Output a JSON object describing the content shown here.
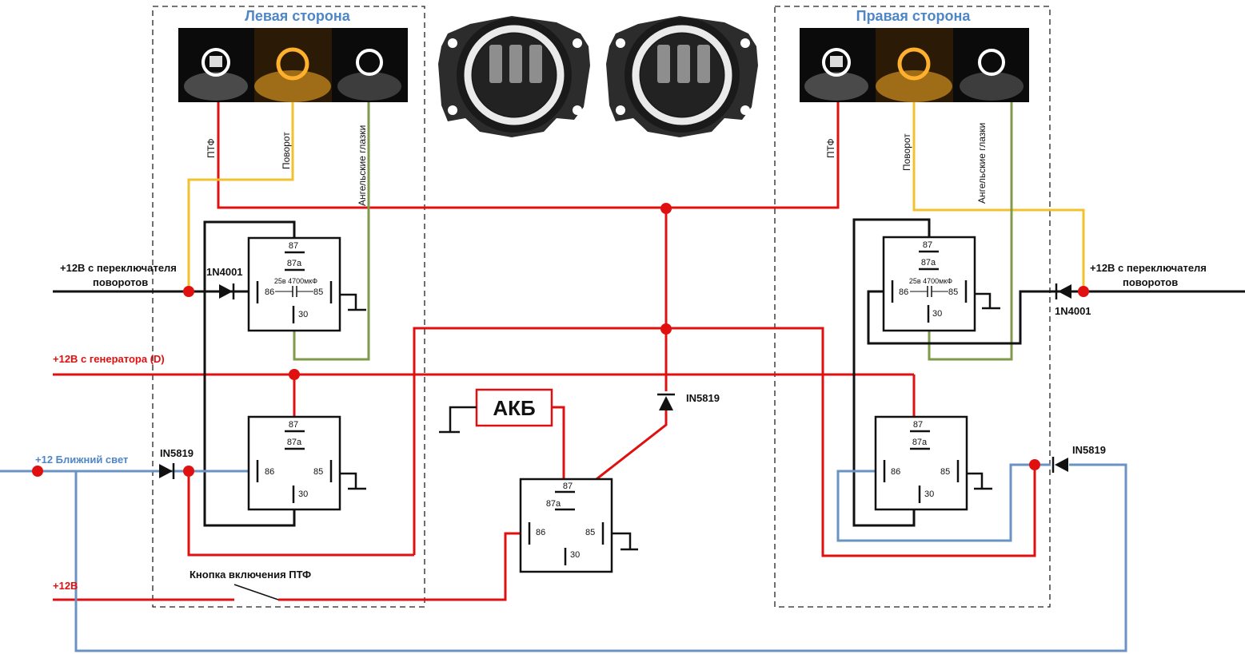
{
  "sides": {
    "left_title": "Левая сторона",
    "right_title": "Правая сторона"
  },
  "wires": {
    "ptf": "ПТФ",
    "turn": "Поворот",
    "angel_eyes": "Ангельские глазки"
  },
  "inputs": {
    "turn_switch_left_1": "+12В с переключателя",
    "turn_switch_left_2": "поворотов",
    "turn_switch_right_1": "+12В с переключателя",
    "turn_switch_right_2": "поворотов",
    "generator": "+12В с генератора (D)",
    "low_beam": "+12 Ближний свет",
    "plus12": "+12В",
    "button": "Кнопка включения ПТФ",
    "battery": "АКБ"
  },
  "diodes": {
    "d_left_turn": "1N4001",
    "d_right_turn": "1N4001",
    "d_left_low": "IN5819",
    "d_right_low": "IN5819",
    "d_center": "IN5819"
  },
  "relay_pins": {
    "p87": "87",
    "p87a": "87a",
    "p86": "86",
    "p85": "85",
    "p30": "30"
  },
  "capacitor": "25в 4700мкФ",
  "colors": {
    "power": "#e01010",
    "ground": "#111111",
    "turn_signal": "#f2c12e",
    "angel_eyes": "#7f9a4a",
    "low_beam": "#6a93c4",
    "side_title": "#4f86c6"
  }
}
